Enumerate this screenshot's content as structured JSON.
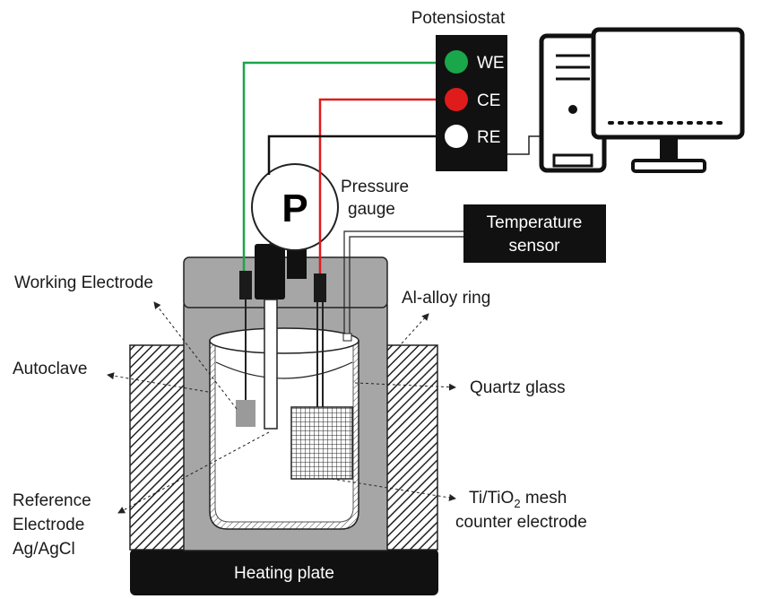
{
  "potentiostat": {
    "title": "Potensiostat",
    "terminals": [
      {
        "label": "WE",
        "color": "#1aa64a"
      },
      {
        "label": "CE",
        "color": "#e01b1b"
      },
      {
        "label": "RE",
        "color": "#ffffff"
      }
    ]
  },
  "pressure_gauge": {
    "symbol": "P",
    "label_line1": "Pressure",
    "label_line2": "gauge"
  },
  "temperature_sensor": {
    "line1": "Temperature",
    "line2": "sensor"
  },
  "labels": {
    "working_electrode": "Working Electrode",
    "al_alloy_ring": "Al-alloy ring",
    "autoclave": "Autoclave",
    "quartz_glass": "Quartz glass",
    "reference_line1": "Reference",
    "reference_line2": "Electrode",
    "reference_line3": "Ag/AgCl",
    "mesh_line1_prefix": "Ti/TiO",
    "mesh_line1_sub": "2",
    "mesh_line1_suffix": " mesh",
    "mesh_line2": "counter electrode",
    "heating_plate": "Heating plate"
  },
  "colors": {
    "we_wire": "#1aa64a",
    "ce_wire": "#e01b1b",
    "re_wire": "#111111",
    "autoclave_body": "#a6a6a6",
    "lid": "#a6a6a6",
    "heating_plate": "#111111"
  }
}
